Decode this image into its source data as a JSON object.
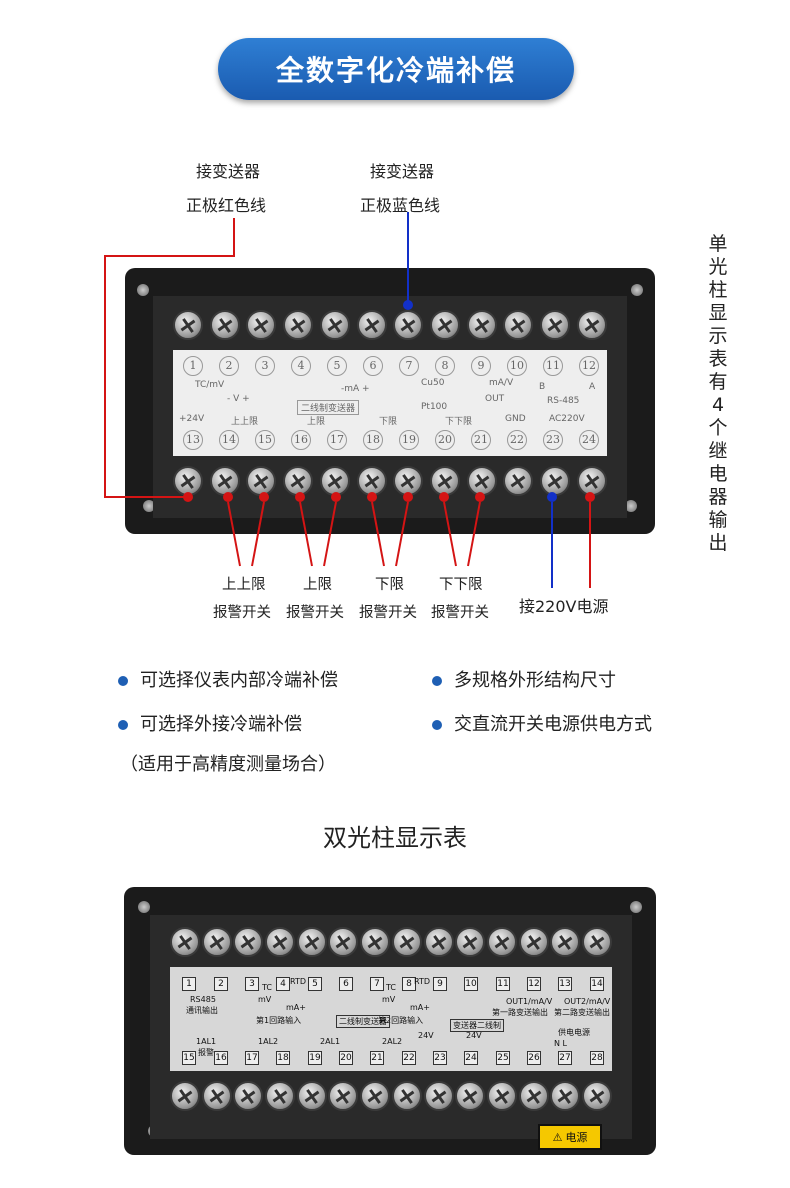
{
  "banner": {
    "title": "全数字化冷端补偿"
  },
  "single": {
    "top_left_label": [
      "接变送器",
      "正极红色线"
    ],
    "top_right_label": [
      "接变送器",
      "正极蓝色线"
    ],
    "side_label": "单光柱显示表有4个继电器输出",
    "terminal_numbers_top": [
      "1",
      "2",
      "3",
      "4",
      "5",
      "6",
      "7",
      "8",
      "9",
      "10",
      "11",
      "12"
    ],
    "terminal_numbers_bottom": [
      "13",
      "14",
      "15",
      "16",
      "17",
      "18",
      "19",
      "20",
      "21",
      "22",
      "23",
      "24"
    ],
    "panel_text": {
      "tc_mv": "TC/mV",
      "v": "- V +",
      "ma": "-mA +",
      "cu50": "Cu50",
      "pt100": "Pt100",
      "ma_v": "mA/V",
      "out": "OUT",
      "b": "B",
      "a": "A",
      "rs485": "RS-485",
      "two_wire": "二线制变送器",
      "plus24v": "+24V",
      "upup": "上上限",
      "up": "上限",
      "down": "下限",
      "downdown": "下下限",
      "gnd": "GND",
      "ac220v": "AC220V"
    },
    "bottom_labels": [
      {
        "line1": "上上限",
        "line2": "报警开关"
      },
      {
        "line1": "上限",
        "line2": "报警开关"
      },
      {
        "line1": "下限",
        "line2": "报警开关"
      },
      {
        "line1": "下下限",
        "line2": "报警开关"
      }
    ],
    "power_label": "接220V电源"
  },
  "features": {
    "left": [
      "可选择仪表内部冷端补偿",
      "可选择外接冷端补偿",
      "（适用于高精度测量场合）"
    ],
    "right": [
      "多规格外形结构尺寸",
      "交直流开关电源供电方式"
    ]
  },
  "double": {
    "title": "双光柱显示表",
    "top_numbers": [
      "1",
      "2",
      "3",
      "4",
      "5",
      "6",
      "7",
      "8",
      "9",
      "10",
      "11",
      "12",
      "13",
      "14"
    ],
    "bottom_numbers": [
      "15",
      "16",
      "17",
      "18",
      "19",
      "20",
      "21",
      "22",
      "23",
      "24",
      "25",
      "26",
      "27",
      "28"
    ],
    "panel_text": {
      "rs485": "RS485",
      "comm": "通讯输出",
      "tc1": "TC",
      "rtd1": "RTD",
      "mv1": "mV",
      "ma1": "mA+",
      "in1": "第1回路输入",
      "tc2": "TC",
      "rtd2": "RTD",
      "mv2": "mV",
      "ma2": "mA+",
      "in2": "第2回路输入",
      "trans": "二线制变送器",
      "trans2": "变送器二线制",
      "out1": "OUT1/mA/V",
      "out1_desc": "第一路变送输出",
      "out2": "OUT2/mA/V",
      "out2_desc": "第二路变送输出",
      "al1": "1AL1",
      "al2": "1AL2",
      "al3": "2AL1",
      "al4": "2AL2",
      "alarm": "报警",
      "v24": "24V",
      "v24b": "24V",
      "power": "供电电源",
      "nl": "N L"
    },
    "warning": "电源"
  },
  "colors": {
    "accent": "#1e5fb4",
    "red_wire": "#d41414",
    "blue_wire": "#1230c8"
  }
}
